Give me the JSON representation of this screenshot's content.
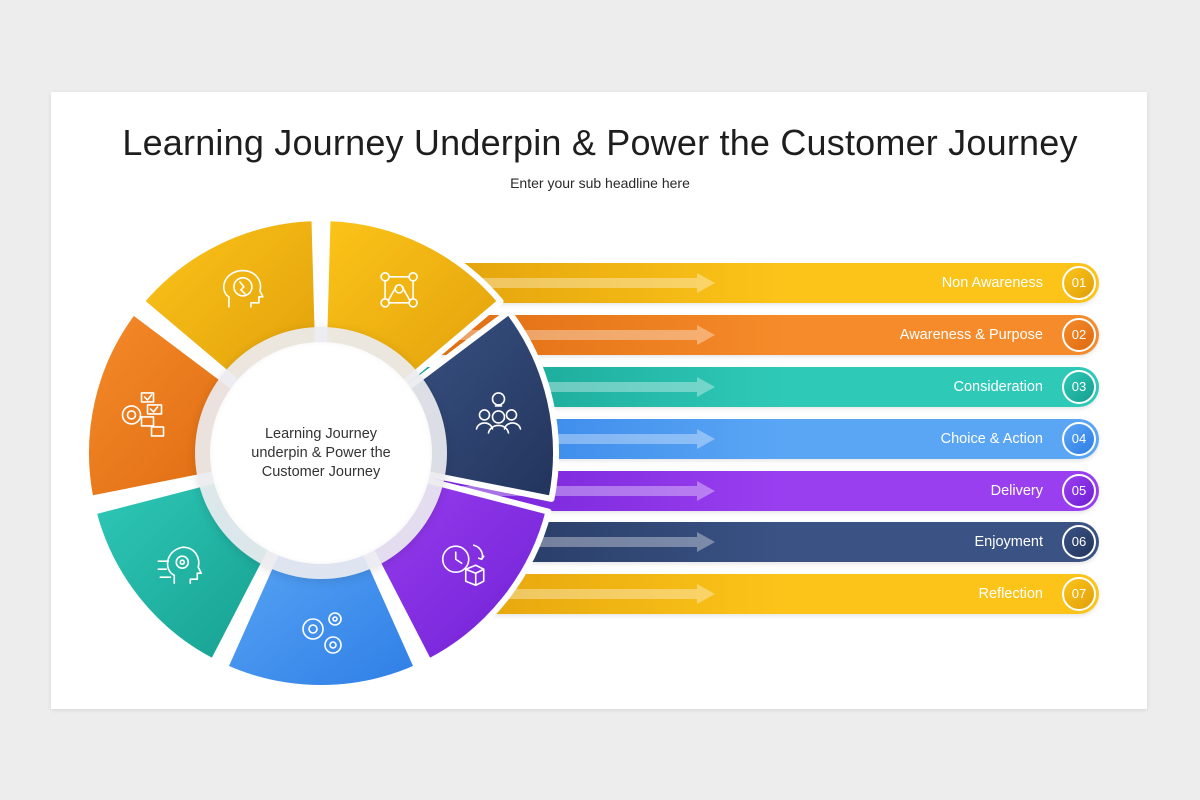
{
  "title": "Learning Journey Underpin & Power the Customer Journey",
  "subtitle": "Enter your sub headline here",
  "center_text": "Learning Journey\nunderpin & Power the\nCustomer Journey",
  "stages": [
    {
      "number": "01",
      "label": "Non Awareness",
      "color": "#fcc419",
      "dark": "#e09f0b",
      "icon": "head-brain-icon"
    },
    {
      "number": "02",
      "label": "Awareness & Purpose",
      "color": "#f58b2a",
      "dark": "#de6a10",
      "icon": "checklist-target-icon"
    },
    {
      "number": "03",
      "label": "Consideration",
      "color": "#2fc9b8",
      "dark": "#159e8e",
      "icon": "head-gear-circuit-icon"
    },
    {
      "number": "04",
      "label": "Choice & Action",
      "color": "#5aa6f5",
      "dark": "#2e7ee6",
      "icon": "gears-icon"
    },
    {
      "number": "05",
      "label": "Delivery",
      "color": "#9a3ff0",
      "dark": "#6f1fd4",
      "icon": "clock-box-icon"
    },
    {
      "number": "06",
      "label": "Enjoyment",
      "color": "#3a5384",
      "dark": "#22345c",
      "icon": "team-idea-icon"
    },
    {
      "number": "07",
      "label": "Reflection",
      "color": "#fcc419",
      "dark": "#e09f0b",
      "icon": "network-people-icon"
    }
  ]
}
